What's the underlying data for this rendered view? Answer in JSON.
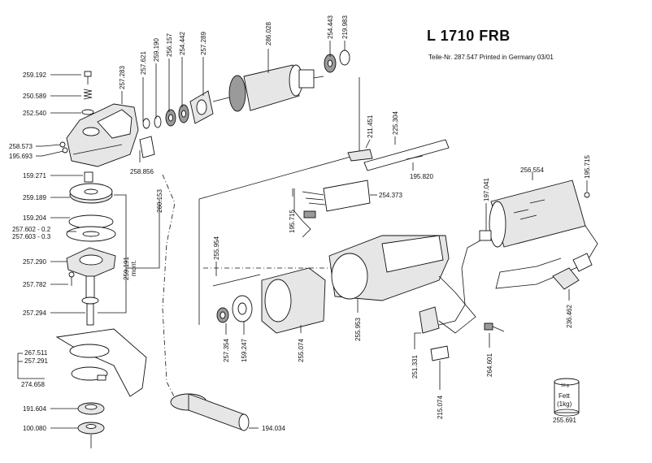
{
  "header": {
    "title": "L 1710 FRB",
    "subtitle": "Teile-Nr. 287.547 Printed in Germany 03/01"
  },
  "labels": {
    "p259192": "259.192",
    "p257283": "257.283",
    "p257621": "257.621",
    "p259190": "259.190",
    "p256157": "256.157",
    "p254442a": "254.442",
    "p257289": "257.289",
    "p286028": "286.028",
    "p254443": "254.443",
    "p219983": "219.983",
    "p250589": "250.589",
    "p252540": "252.540",
    "p258573": "258.573",
    "p195693": "195.693",
    "p258856": "258.856",
    "p159271": "159.271",
    "p260153": "260.153",
    "p259189": "259.189",
    "p159204": "159.204",
    "p257602": "257.602 - 0.2",
    "p257603": "257.603 - 0.3",
    "p257290": "257.290",
    "p259191": "259.191",
    "p259191mont": "mont.",
    "p257782": "257.782",
    "p257294": "257.294",
    "p267511": "267.511",
    "p257291": "257.291",
    "p274658": "274.658",
    "p191604": "191.604",
    "p100080": "100.080",
    "p194034": "194.034",
    "p211451": "211.451",
    "p225304": "225.304",
    "p195820": "195.820",
    "p254373": "254.373",
    "p195715a": "195.715",
    "p255954": "255.954",
    "p257354": "257.354",
    "p159247": "159.247",
    "p255074": "255.074",
    "p255953": "255.953",
    "p251331": "251.331",
    "p215074": "215.074",
    "p264601": "264.601",
    "p197041": "197.041",
    "p256554": "256.554",
    "p195715b": "195.715",
    "p236462": "236.462",
    "p255691": "255.691",
    "tin_top": "10 g",
    "tin_fett": "Fett",
    "tin_kg": "(1kg)"
  }
}
